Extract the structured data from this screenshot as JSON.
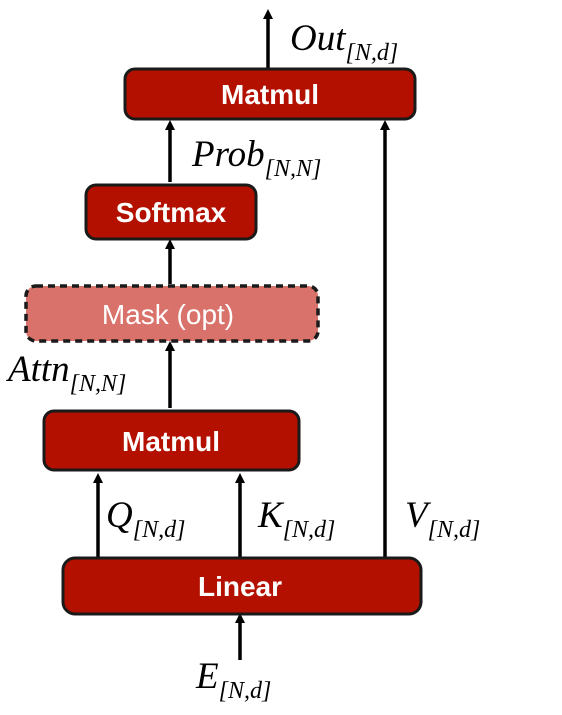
{
  "diagram": {
    "colors": {
      "box_fill": "#b31000",
      "box_stroke": "#1a1a1a",
      "mask_fill": "#d9726a",
      "arrow": "#000000"
    },
    "boxes": {
      "matmul_out": "Matmul",
      "softmax": "Softmax",
      "mask": "Mask (opt)",
      "matmul_attn": "Matmul",
      "linear": "Linear"
    },
    "labels": {
      "out": {
        "main": "Out",
        "sub": "[N,d]"
      },
      "prob": {
        "main": "Prob",
        "sub": "[N,N]"
      },
      "attn": {
        "main": "Attn",
        "sub": "[N,N]"
      },
      "q": {
        "main": "Q",
        "sub": "[N,d]"
      },
      "k": {
        "main": "K",
        "sub": "[N,d]"
      },
      "v": {
        "main": "V",
        "sub": "[N,d]"
      },
      "e": {
        "main": "E",
        "sub": "[N,d]"
      }
    }
  }
}
